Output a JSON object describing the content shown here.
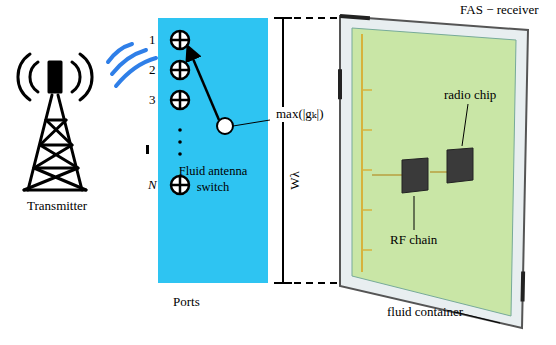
{
  "diagram": {
    "nodes": [
      {
        "text": [
          "Fluid antenna switch"
        ]
      }
    ],
    "labels": [
      "Transmitter",
      "1",
      "2",
      "3",
      "N",
      "Ports",
      "max(|gₖ|)",
      "Wλ",
      "FAS − receiver",
      "radio chip",
      "RF chain",
      "fluid container"
    ]
  }
}
